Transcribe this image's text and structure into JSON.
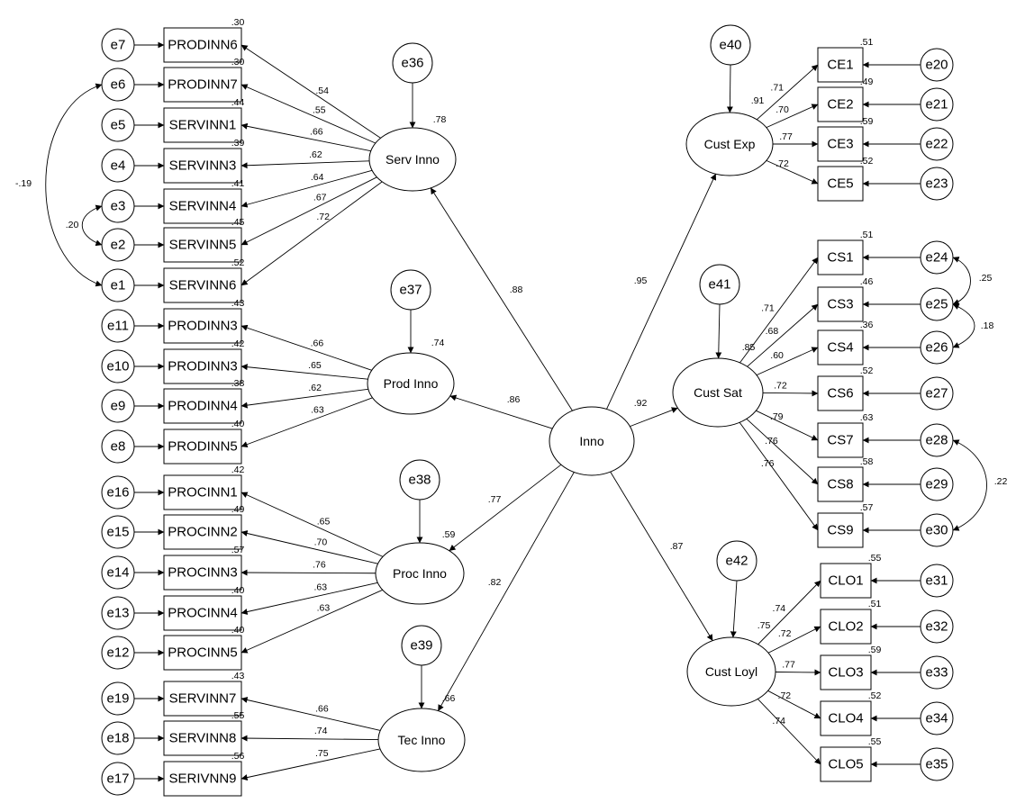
{
  "latent": {
    "inno": "Inno",
    "serv_inno": "Serv Inno",
    "prod_inno": "Prod Inno",
    "proc_inno": "Proc Inno",
    "tec_inno": "Tec Inno",
    "cust_exp": "Cust Exp",
    "cust_sat": "Cust Sat",
    "cust_loyl": "Cust Loyl"
  },
  "indicators": [
    {
      "label": "PRODINN6",
      "error": "e7",
      "r2": ".30",
      "loading": ".54"
    },
    {
      "label": "PRODINN7",
      "error": "e6",
      "r2": ".30",
      "loading": ".55"
    },
    {
      "label": "SERVINN1",
      "error": "e5",
      "r2": ".44",
      "loading": ".66"
    },
    {
      "label": "SERVINN3",
      "error": "e4",
      "r2": ".39",
      "loading": ".62"
    },
    {
      "label": "SERVINN4",
      "error": "e3",
      "r2": ".41",
      "loading": ".64"
    },
    {
      "label": "SERVINN5",
      "error": "e2",
      "r2": ".45",
      "loading": ".67"
    },
    {
      "label": "SERVINN6",
      "error": "e1",
      "r2": ".52",
      "loading": ".72"
    },
    {
      "label": "PRODINN3",
      "error": "e11",
      "r2": ".43",
      "loading": ".66"
    },
    {
      "label": "PRODINN3",
      "error": "e10",
      "r2": ".42",
      "loading": ".65"
    },
    {
      "label": "PRODINN4",
      "error": "e9",
      "r2": ".38",
      "loading": ".62"
    },
    {
      "label": "PRODINN5",
      "error": "e8",
      "r2": ".40",
      "loading": ".63"
    },
    {
      "label": "PROCINN1",
      "error": "e16",
      "r2": ".42",
      "loading": ".65"
    },
    {
      "label": "PROCINN2",
      "error": "e15",
      "r2": ".49",
      "loading": ".70"
    },
    {
      "label": "PROCINN3",
      "error": "e14",
      "r2": ".57",
      "loading": ".76"
    },
    {
      "label": "PROCINN4",
      "error": "e13",
      "r2": ".40",
      "loading": ".63"
    },
    {
      "label": "PROCINN5",
      "error": "e12",
      "r2": ".40",
      "loading": ".63"
    },
    {
      "label": "SERVINN7",
      "error": "e19",
      "r2": ".43",
      "loading": ".66"
    },
    {
      "label": "SERVINN8",
      "error": "e18",
      "r2": ".55",
      "loading": ".74"
    },
    {
      "label": "SERIVNN9",
      "error": "e17",
      "r2": ".56",
      "loading": ".75"
    },
    {
      "label": "CE1",
      "error": "e20",
      "r2": ".51",
      "loading": ".71"
    },
    {
      "label": "CE2",
      "error": "e21",
      "r2": ".49",
      "loading": ".70"
    },
    {
      "label": "CE3",
      "error": "e22",
      "r2": ".59",
      "loading": ".77"
    },
    {
      "label": "CE5",
      "error": "e23",
      "r2": ".52",
      "loading": ".72"
    },
    {
      "label": "CS1",
      "error": "e24",
      "r2": ".51",
      "loading": ".71"
    },
    {
      "label": "CS3",
      "error": "e25",
      "r2": ".46",
      "loading": ".68"
    },
    {
      "label": "CS4",
      "error": "e26",
      "r2": ".36",
      "loading": ".60"
    },
    {
      "label": "CS6",
      "error": "e27",
      "r2": ".52",
      "loading": ".72"
    },
    {
      "label": "CS7",
      "error": "e28",
      "r2": ".63",
      "loading": ".79"
    },
    {
      "label": "CS8",
      "error": "e29",
      "r2": ".58",
      "loading": ".76"
    },
    {
      "label": "CS9",
      "error": "e30",
      "r2": ".57",
      "loading": ".76"
    },
    {
      "label": "CLO1",
      "error": "e31",
      "r2": ".55",
      "loading": ".74"
    },
    {
      "label": "CLO2",
      "error": "e32",
      "r2": ".51",
      "loading": ".72"
    },
    {
      "label": "CLO3",
      "error": "e33",
      "r2": ".59",
      "loading": ".77"
    },
    {
      "label": "CLO4",
      "error": "e34",
      "r2": ".52",
      "loading": ".72"
    },
    {
      "label": "CLO5",
      "error": "e35",
      "r2": ".55",
      "loading": ".74"
    }
  ],
  "disturbances": {
    "e36": "e36",
    "e37": "e37",
    "e38": "e38",
    "e39": "e39",
    "e40": "e40",
    "e41": "e41",
    "e42": "e42"
  },
  "structural": {
    "serv_inno": ".88",
    "prod_inno": ".86",
    "proc_inno": ".77",
    "tec_inno": ".82",
    "cust_exp": ".95",
    "cust_sat": ".92",
    "cust_loyl": ".87"
  },
  "latent_r2": {
    "serv_inno": ".78",
    "prod_inno": ".74",
    "proc_inno": ".59",
    "tec_inno": ".66",
    "cust_exp": ".91",
    "cust_sat": ".85",
    "cust_loyl": ".75"
  },
  "covariances": {
    "e6_e1": "-.19",
    "e3_e2": ".20",
    "e24_e25": ".25",
    "e25_e26": ".18",
    "e28_e30": ".22"
  }
}
